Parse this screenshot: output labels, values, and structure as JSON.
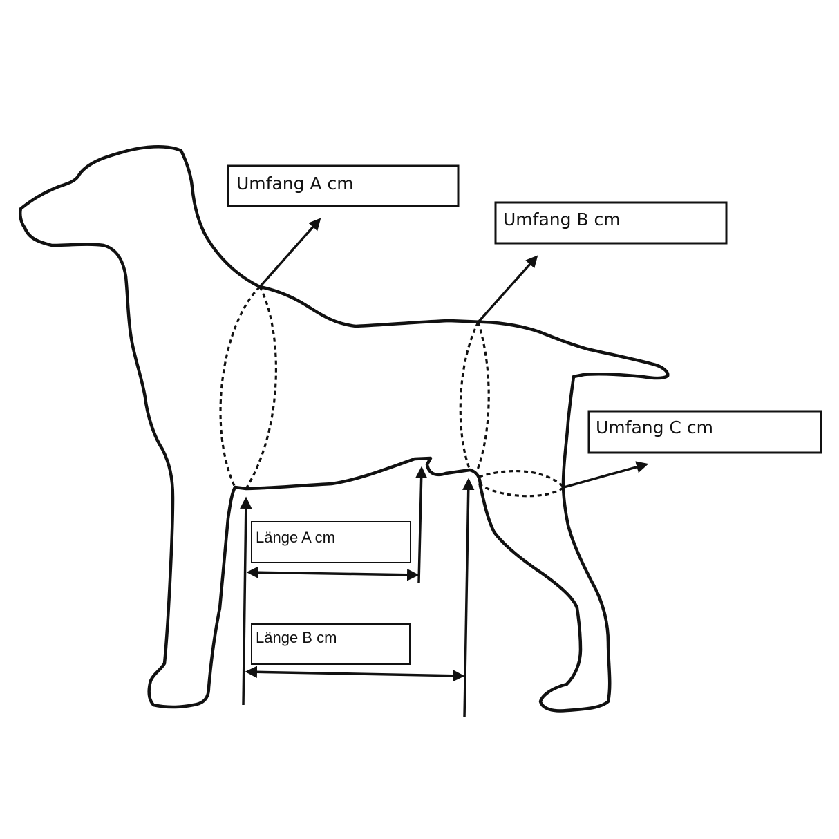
{
  "labels": {
    "umfang_a": "Umfang A cm",
    "umfang_b": "Umfang B cm",
    "umfang_c": "Umfang C cm",
    "laenge_a": "Länge A cm",
    "laenge_b": "Länge B cm"
  }
}
